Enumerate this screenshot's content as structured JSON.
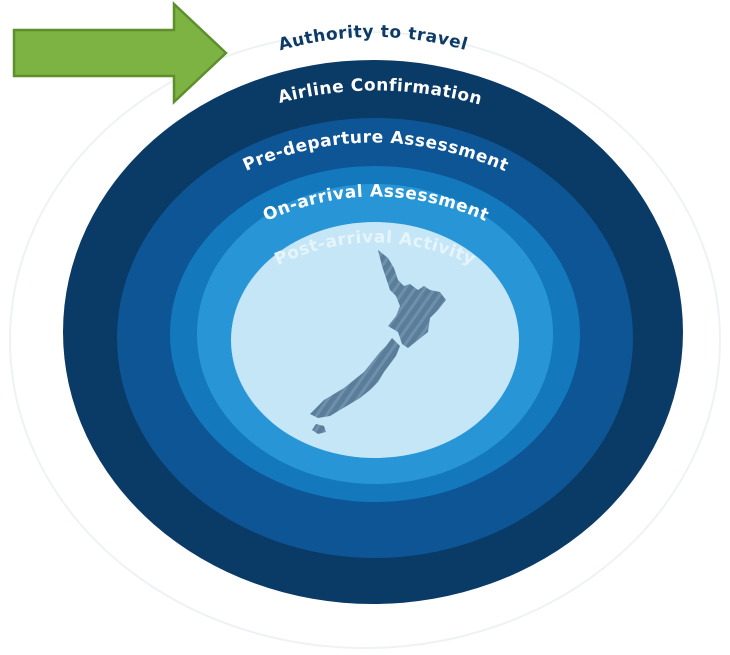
{
  "diagram": {
    "layers": [
      {
        "label": "Authority to travel",
        "color": "#ffffff",
        "text_color": "#0d3a66"
      },
      {
        "label": "Airline Confirmation",
        "color": "#0a3a66",
        "text_color": "#ffffff"
      },
      {
        "label": "Pre-departure Assessment",
        "color": "#0d5594",
        "text_color": "#ffffff"
      },
      {
        "label": "On-arrival Assessment",
        "color": "#1478bd",
        "text_color": "#ffffff"
      },
      {
        "label": "Post-arrival Activity",
        "color": "#2896d6",
        "text_color": "#e6f4fc"
      }
    ],
    "center": {
      "color": "#c5e6f7",
      "map_icon": "new-zealand-map-icon",
      "map_color": "#5a7d9a"
    },
    "pointer": {
      "icon": "right-arrow-icon",
      "color": "#7cb342",
      "stroke_color": "#5e8f2c"
    }
  }
}
